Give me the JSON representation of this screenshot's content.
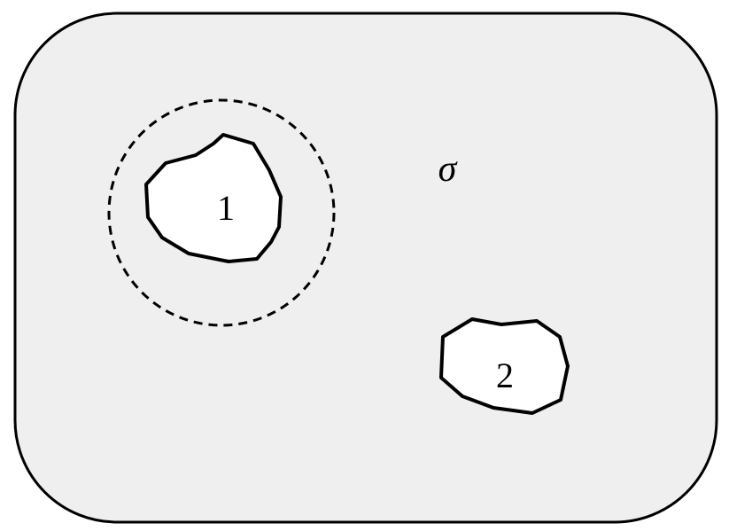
{
  "diagram": {
    "region_symbol": "σ",
    "inclusions": [
      {
        "id": "inclusion-1",
        "label": "1",
        "has_dashed_boundary": true
      },
      {
        "id": "inclusion-2",
        "label": "2",
        "has_dashed_boundary": false
      }
    ],
    "colors": {
      "region_fill": "#efefef",
      "inclusion_fill": "#ffffff",
      "stroke": "#000000"
    }
  }
}
